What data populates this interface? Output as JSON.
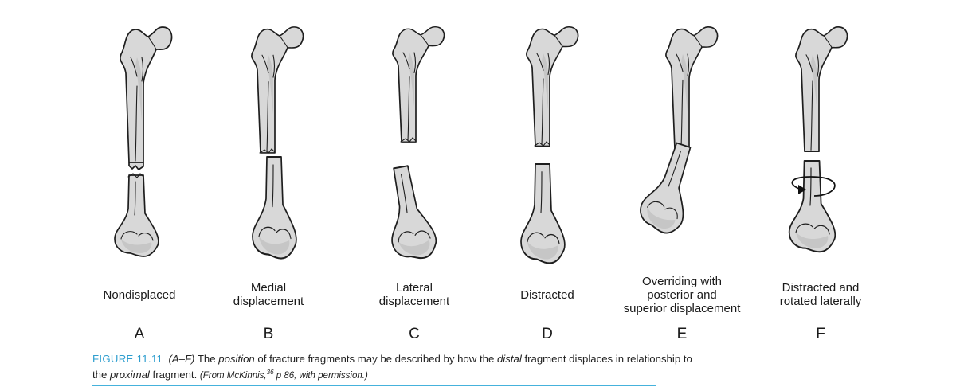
{
  "panels": [
    {
      "letter": "A",
      "caption": "Nondisplaced"
    },
    {
      "letter": "B",
      "caption": "Medial\ndisplacement"
    },
    {
      "letter": "C",
      "caption": "Lateral\ndisplacement"
    },
    {
      "letter": "D",
      "caption": "Distracted"
    },
    {
      "letter": "E",
      "caption": "Overriding with\nposterior and\nsuperior displacement"
    },
    {
      "letter": "F",
      "caption": "Distracted and\nrotated laterally"
    }
  ],
  "figure": {
    "label": "FIGURE 11.11",
    "range": "(A–F)",
    "text_1": "The",
    "em_1": "position",
    "text_2": "of fracture fragments may be described by how the",
    "em_2": "distal",
    "text_3": "fragment displaces in relationship to the",
    "em_3": "proximal",
    "text_4": "fragment.",
    "source_pre": "(From McKinnis,",
    "source_ref": "36",
    "source_post": "p 86, with permission.)"
  },
  "colors": {
    "accent": "#2e9ecf",
    "bone_fill": "#d8d8d8",
    "outline": "#1e1e1e"
  },
  "icons": {
    "rotation": "curved-rotation-arrow-icon"
  }
}
